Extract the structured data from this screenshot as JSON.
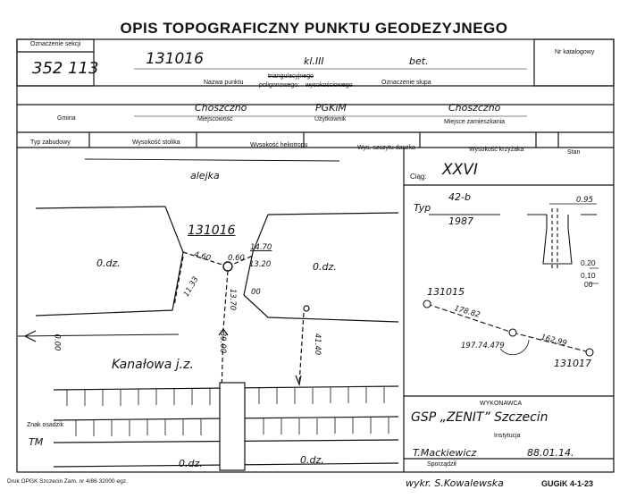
{
  "header": {
    "title": "OPIS TOPOGRAFICZNY PUNKTU GEODEZYJNEGO",
    "section_label": "Oznaczenie sekcji",
    "section_value": "352 113",
    "catalog_label": "Nr katalogowy",
    "point_number": "131016",
    "point_class": "kl.III",
    "marker_type": "bet.",
    "point_name_label": "Nazwa punktu",
    "network_struck": "triangulacyjnego",
    "network_line2": "poligonowego:",
    "network_struck2": "wysokościowego",
    "marker_label": "Oznaczenie słupa",
    "municipality_value": "Choszczno",
    "municipality_label": "Gmina",
    "locality_value": "Choszczno",
    "locality_label": "Miejscowość",
    "user_value": "PGKiM",
    "user_label": "Użytkownik",
    "residence_value": "Choszczno",
    "residence_label": "Miejsce zamieszkania"
  },
  "columns": [
    "Typ zabudowy",
    "Wysokość stolika",
    "Wysokość heliotropu",
    "Wys. szczytu daszka",
    "Wysokość krzyżaka",
    "Stan"
  ],
  "sketch": {
    "street_top": "alejka",
    "street_bottom": "Kanałowa j.z.",
    "parcel_left": "0.dz.",
    "parcel_right": "0.dz.",
    "parcel_bottom_left": "0.dz.",
    "parcel_bottom_right": "0.dz.",
    "point_label": "131016",
    "m_460": "4.60",
    "m_060": "0.60",
    "m_1470": "14.70",
    "m_1320": "13.20",
    "m_1133": "11.33",
    "m_1370": "13.70",
    "m_00_right": "00",
    "m_3900": "39.00",
    "m_00_left": "0.00",
    "m_4140": "41.40",
    "mark_label": "Znak osadzik",
    "mark_value": "TM",
    "author": "wykr. S.Kowalewska"
  },
  "traverse": {
    "label": "Ciąg:",
    "value": "XXVI",
    "type_label": "Typ",
    "type_value": "42-b",
    "year": "1987",
    "d_095": "0.95",
    "d_020": "0,20",
    "d_010": "0,10",
    "d_00": "00",
    "pt_left": "131015",
    "pt_right": "131017",
    "dist_left": "178.82",
    "dist_right": "162.99",
    "angle": "197.74.479"
  },
  "contractor": {
    "label": "WYKONAWCA",
    "value": "GSP „ZENIT” Szczecin",
    "institution_label": "Instytucja",
    "author": "T.Mackiewicz",
    "author_label": "Sporządził",
    "date": "88.01.14."
  },
  "footer": {
    "print_note": "Druk OPGK Szczecin Zam. nr 4/86   32000 egz.",
    "code": "GUGiK 4-1-23"
  }
}
